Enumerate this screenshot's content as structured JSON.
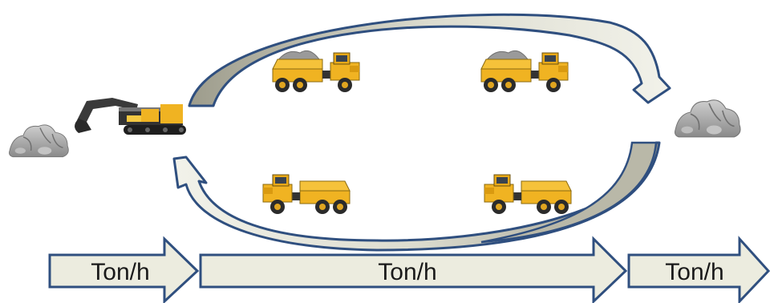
{
  "flow_labels": [
    "Ton/h",
    "Ton/h",
    "Ton/h"
  ],
  "colors": {
    "arrow_fill": "#ececdf",
    "arrow_stroke": "#2f4f7f",
    "loop_shadow": "#b9b8a8",
    "truck_yellow": "#f0b322",
    "rock_gray": "#a0a0a0"
  },
  "icons": {
    "excavator": "excavator-icon",
    "truck": "articulated-dump-truck-icon",
    "rocks": "rock-pile-icon"
  }
}
